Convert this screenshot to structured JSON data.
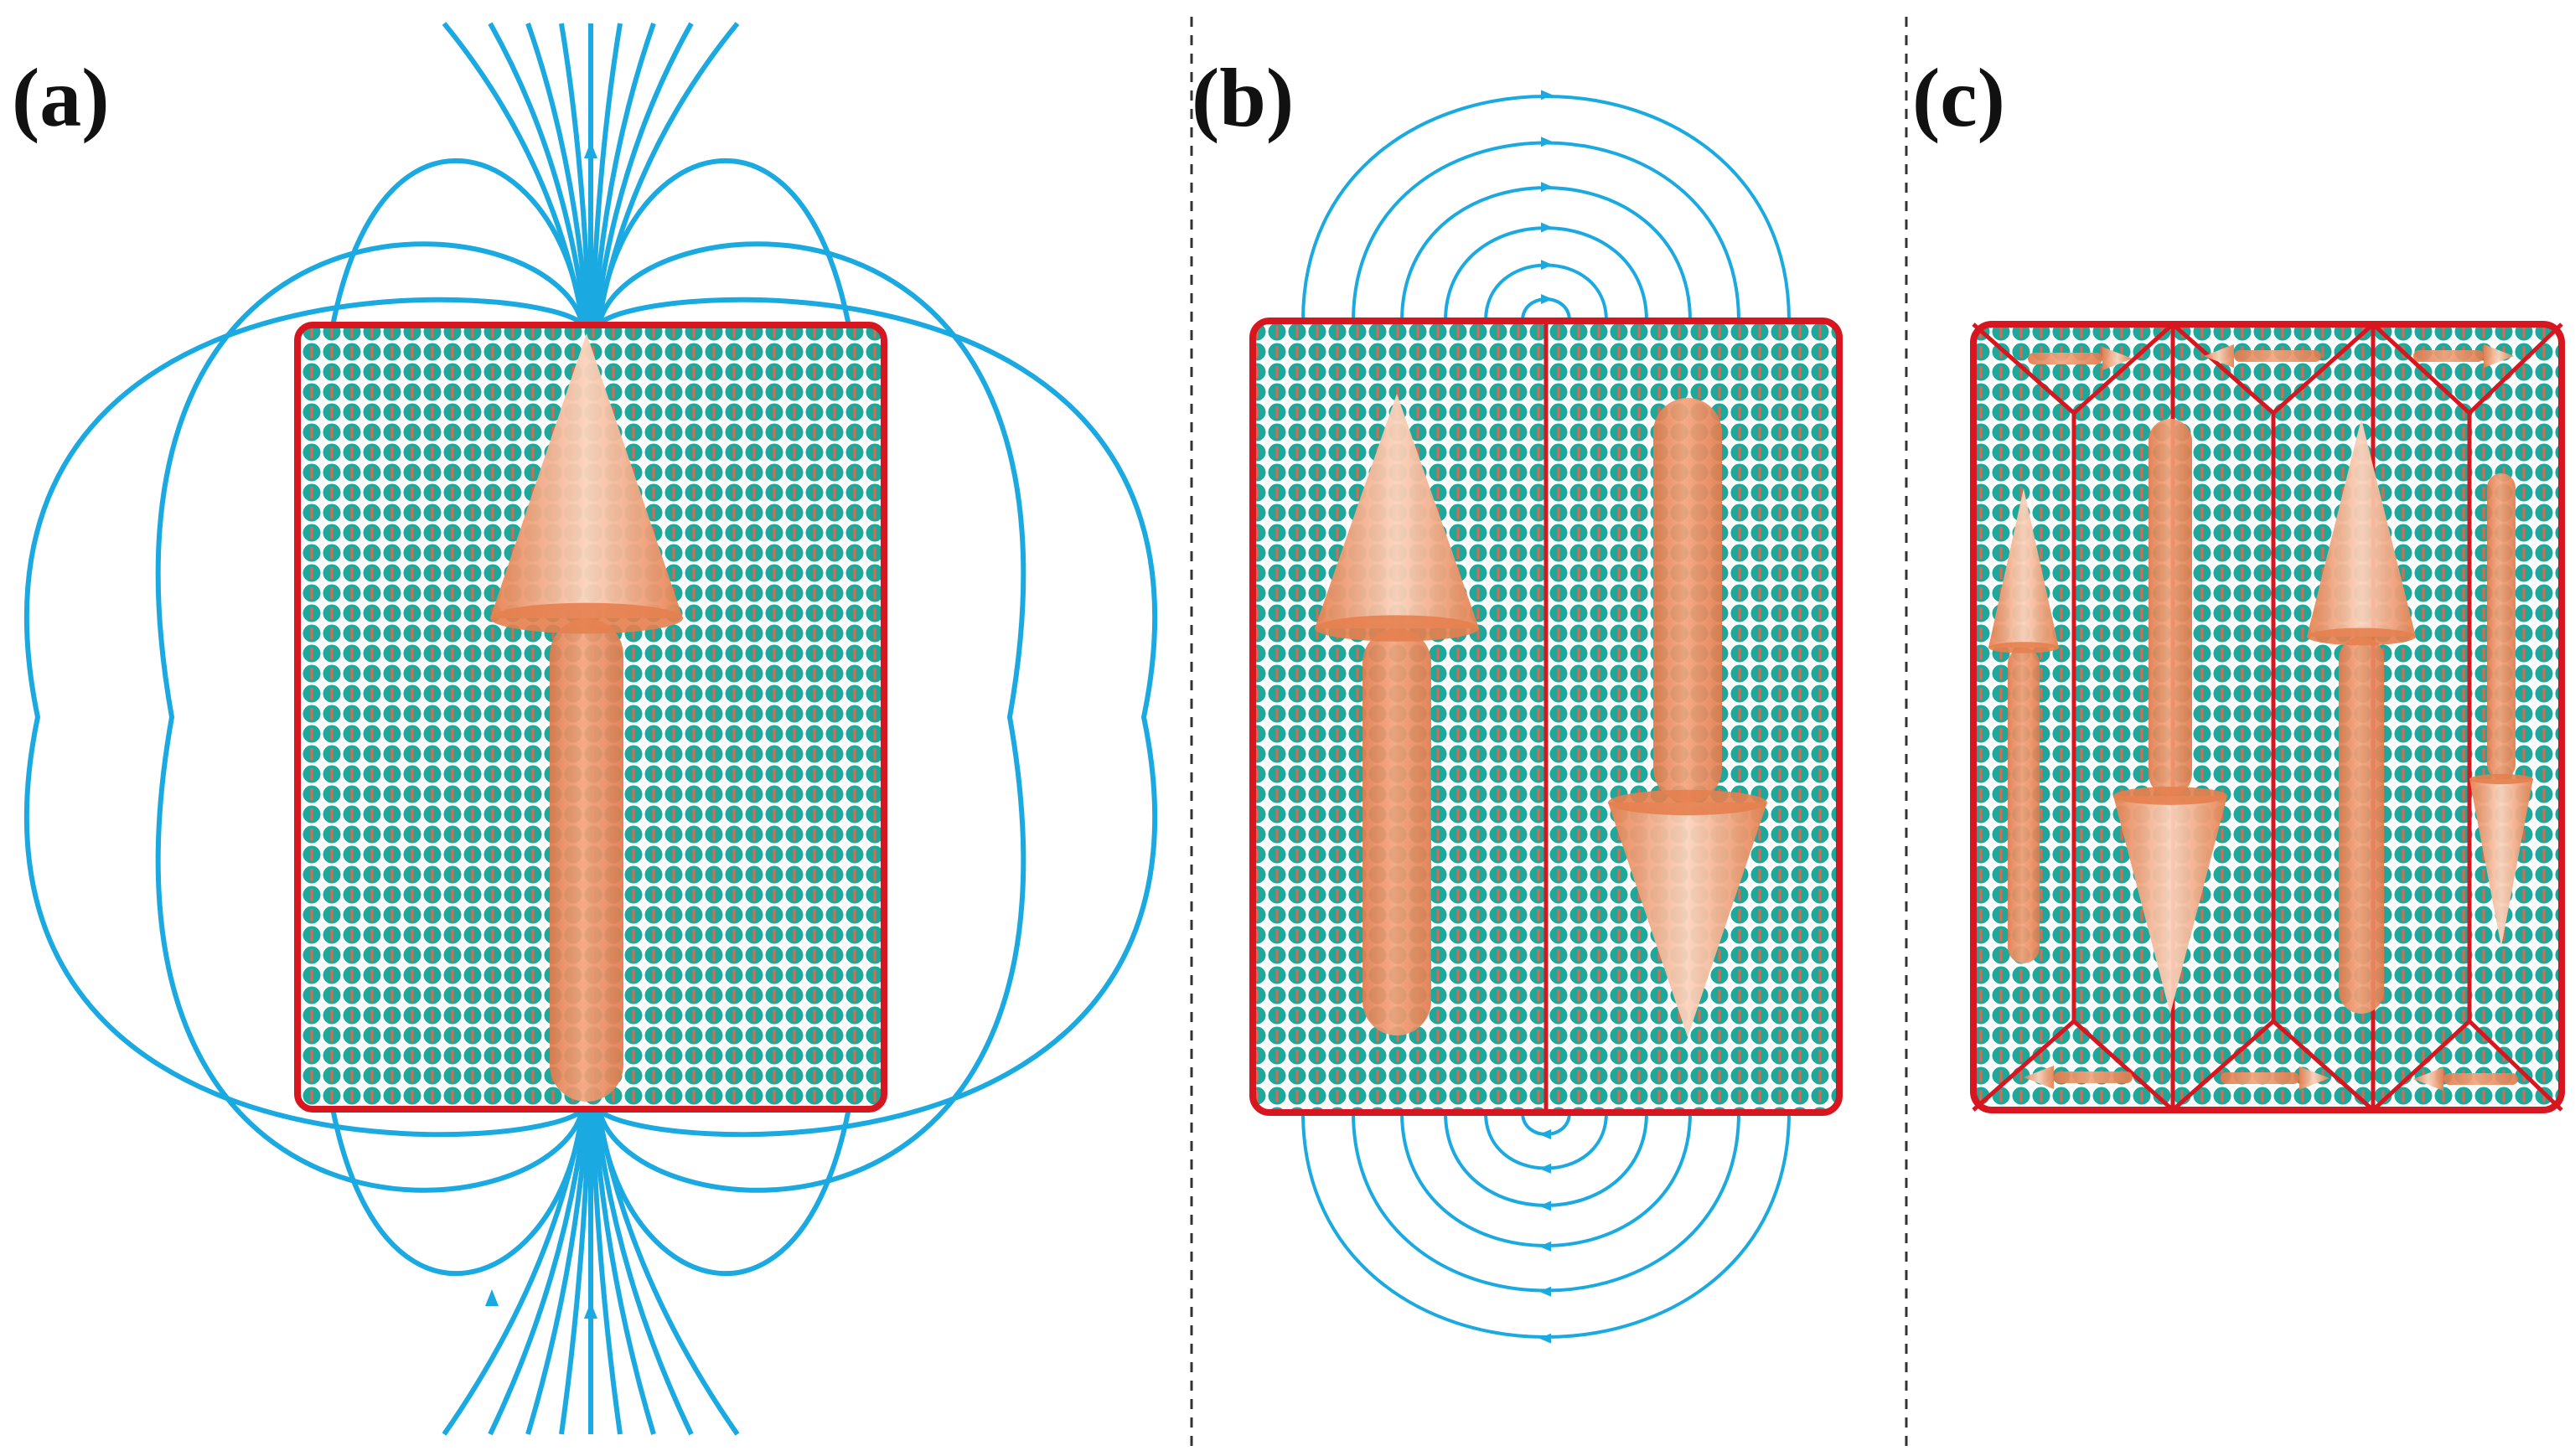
{
  "panels": [
    {
      "id": "a",
      "label": "(a)"
    },
    {
      "id": "b",
      "label": "(b)"
    },
    {
      "id": "c",
      "label": "(c)"
    }
  ],
  "colors": {
    "field_line": "#1aa9e0",
    "boundary": "#d7161f",
    "arrow": "#ec8a5c",
    "arrow_light": "#f6c3a6",
    "atom": "#1ea89b",
    "atom_spin": "#e1684a",
    "divider": "#333333"
  },
  "diagram": {
    "a": {
      "domains": 1,
      "main_moment": "up",
      "stray_field": "strong"
    },
    "b": {
      "domains": 2,
      "moments": [
        "up",
        "down"
      ],
      "stray_field": "weak"
    },
    "c": {
      "domains": 4,
      "moments": [
        "up",
        "down",
        "up",
        "down"
      ],
      "closure_domains": true,
      "stray_field": "none"
    }
  }
}
